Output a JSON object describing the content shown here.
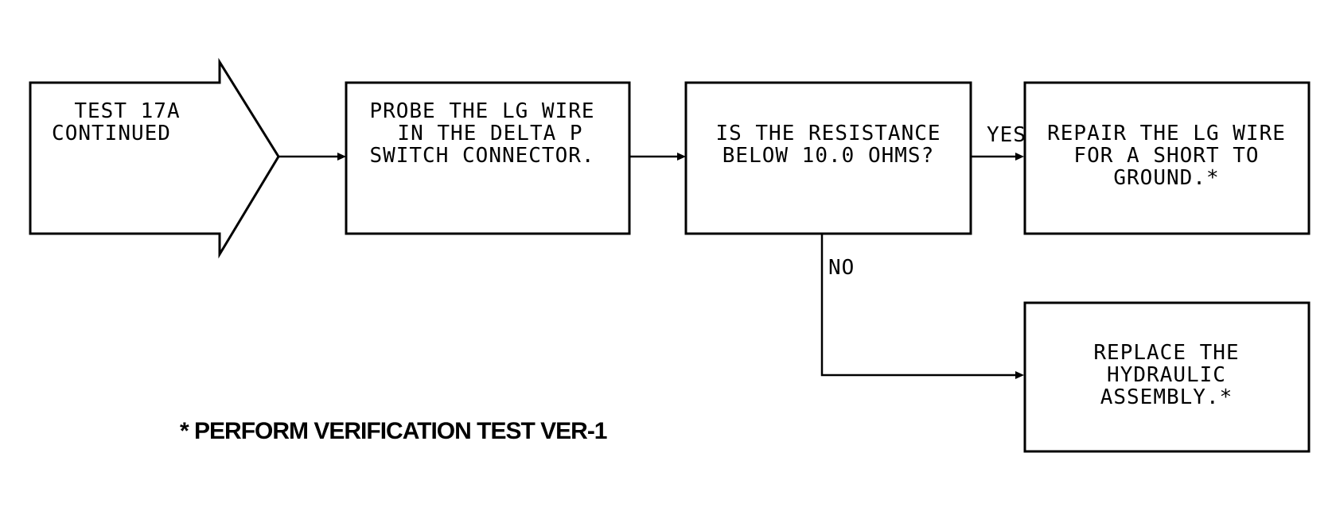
{
  "start": {
    "lines": [
      "TEST 17A",
      "CONTINUED"
    ]
  },
  "steps": {
    "probe": {
      "lines": [
        "PROBE THE LG WIRE",
        "IN THE DELTA P",
        "SWITCH CONNECTOR."
      ]
    },
    "decision": {
      "lines": [
        "IS THE RESISTANCE",
        "BELOW 10.0 OHMS?"
      ]
    },
    "repair": {
      "lines": [
        "REPAIR THE LG WIRE",
        "FOR A SHORT TO",
        "GROUND.*"
      ]
    },
    "replace": {
      "lines": [
        "REPLACE THE",
        "HYDRAULIC",
        "ASSEMBLY.*"
      ]
    }
  },
  "branches": {
    "yes_label": "YES",
    "no_label": "NO"
  },
  "footnote": "* PERFORM VERIFICATION TEST VER-1",
  "colors": {
    "line": "#000000",
    "background": "#ffffff"
  }
}
